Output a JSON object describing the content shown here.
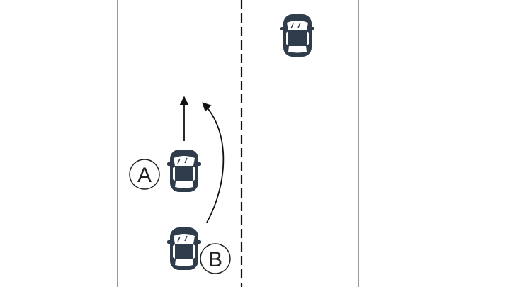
{
  "diagram": {
    "colors": {
      "background": "#ffffff",
      "road_line": "#555555",
      "center_dash": "#111111",
      "car_body": "#2e3c4b",
      "car_glass": "#ffffff",
      "arrow": "#111111",
      "label_stroke": "#222222"
    },
    "vehicles": [
      {
        "id": "A",
        "label": "A",
        "icon": "car-top-view-icon"
      },
      {
        "id": "B",
        "label": "B",
        "icon": "car-top-view-icon"
      },
      {
        "id": "oncoming",
        "label": "",
        "icon": "car-top-view-icon"
      }
    ],
    "paths": [
      {
        "vehicle": "A",
        "kind": "straight-ahead",
        "icon": "arrow-up-icon"
      },
      {
        "vehicle": "B",
        "kind": "overtaking-curve",
        "icon": "curved-arrow-icon"
      }
    ]
  }
}
